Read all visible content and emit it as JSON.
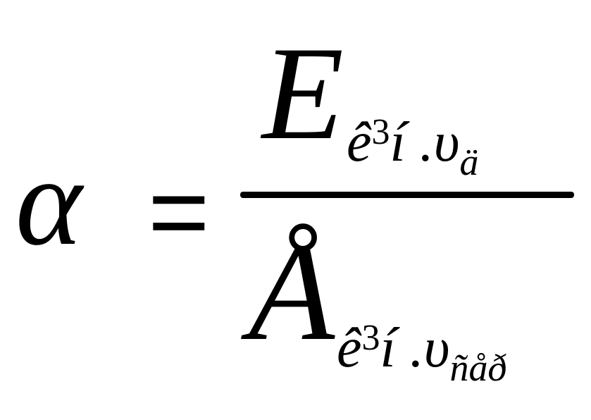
{
  "formula": {
    "lhs": "α",
    "equals": "=",
    "numerator": {
      "main": "E",
      "subscript_base": "ê",
      "subscript_sup": "3",
      "subscript_tail": "í .υ",
      "subscript_small": "ä"
    },
    "denominator": {
      "main": "Å",
      "subscript_base": "ê",
      "subscript_sup": "3",
      "subscript_tail": "í .υ",
      "subscript_small": "ñåð"
    }
  }
}
